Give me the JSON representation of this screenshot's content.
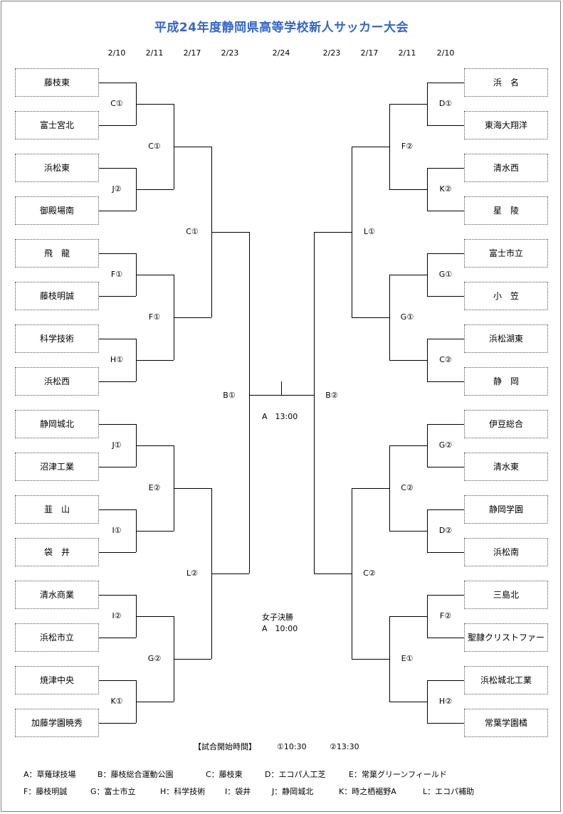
{
  "title": "平成24年度静岡県高等学校新人サッカー大会",
  "dates": {
    "left": [
      "2/10",
      "2/11",
      "2/17",
      "2/23"
    ],
    "final": "2/24",
    "right": [
      "2/23",
      "2/17",
      "2/11",
      "2/10"
    ]
  },
  "left_teams": [
    "藤枝東",
    "富士宮北",
    "浜松東",
    "御殿場南",
    "飛　龍",
    "藤枝明誠",
    "科学技術",
    "浜松西",
    "静岡城北",
    "沼津工業",
    "韮　山",
    "袋　井",
    "清水商業",
    "浜松市立",
    "焼津中央",
    "加藤学園暁秀"
  ],
  "right_teams": [
    "浜　名",
    "東海大翔洋",
    "清水西",
    "星　陵",
    "富士市立",
    "小　笠",
    "浜松湖東",
    "静　岡",
    "伊豆総合",
    "清水東",
    "静岡学園",
    "浜松南",
    "三島北",
    "聖隷クリストファー",
    "浜松城北工業",
    "常葉学園橘"
  ],
  "left_r1": [
    "C①",
    "J②",
    "F①",
    "H①",
    "J①",
    "I①",
    "I②",
    "K①"
  ],
  "left_r2": [
    "C①",
    "F①",
    "E②",
    "G②"
  ],
  "left_r3": [
    "C①",
    "L②"
  ],
  "left_sf": "B①",
  "right_r1": [
    "D①",
    "K②",
    "G①",
    "C②",
    "G②",
    "D②",
    "F②",
    "H②"
  ],
  "right_r2": [
    "F②",
    "G①",
    "C②",
    "E①"
  ],
  "right_r3": [
    "L①",
    "C②"
  ],
  "right_sf": "B②",
  "final_venue": "A　13:00",
  "women_final": {
    "label": "女子決勝",
    "venue": "A　10:00"
  },
  "start_times": {
    "label": "【試合開始時間】",
    "first": "①10:30",
    "second": "②13:30"
  },
  "venues_line1": [
    "A：草薙球技場",
    "B：藤枝総合運動公園",
    "C：藤枝東",
    "D：エコパ人工芝",
    "E：常葉グリーンフィールド"
  ],
  "venues_line2": [
    "F：藤枝明誠",
    "G：富士市立",
    "H：科学技術",
    "I：袋井",
    "J：静岡城北",
    "K：時之栖裾野A",
    "L：エコパ補助"
  ]
}
